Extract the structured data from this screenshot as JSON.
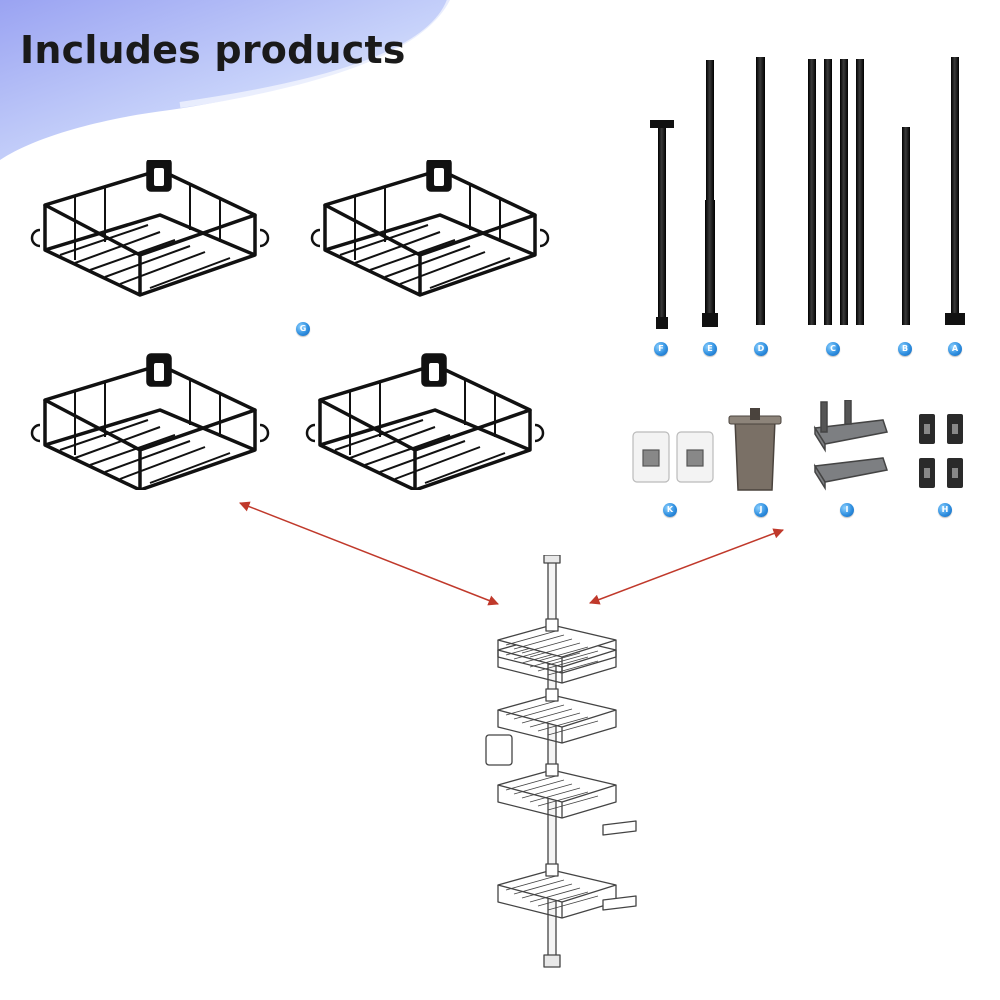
{
  "header": {
    "title": "Includes products"
  },
  "labels": {
    "baskets": "G",
    "poles": [
      "F",
      "E",
      "D",
      "C",
      "B",
      "A"
    ],
    "accessories": [
      "K",
      "J",
      "I",
      "H"
    ]
  },
  "colors": {
    "accent_blue": "#2f8fe0",
    "arrow_red": "#c0392b",
    "pole_black": "#1b1b1b"
  }
}
